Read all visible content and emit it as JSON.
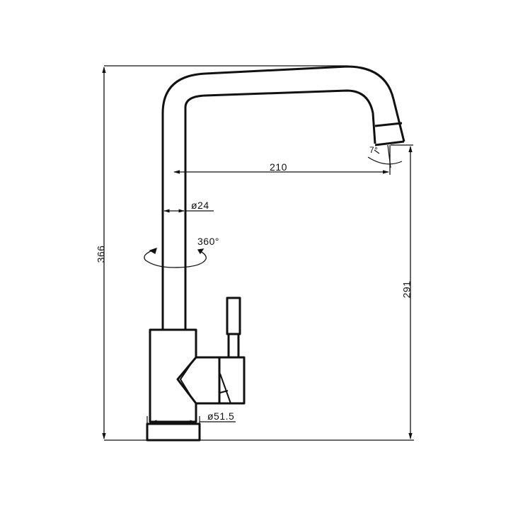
{
  "drawing": {
    "subject": "kitchen mixer tap dimension drawing",
    "line_color": "#111111",
    "background": "#ffffff",
    "dimensions": {
      "overall_height": {
        "value": "366",
        "unit": "mm"
      },
      "spout_height": {
        "value": "291",
        "unit": "mm"
      },
      "spout_reach": {
        "value": "210",
        "unit": "mm"
      },
      "pipe_diameter": {
        "value": "ø24",
        "unit": "mm"
      },
      "base_diameter": {
        "value": "ø51.5",
        "unit": "mm"
      },
      "swivel_angle": {
        "value": "360°"
      },
      "aerator_tilt": {
        "value": "7°"
      }
    }
  }
}
